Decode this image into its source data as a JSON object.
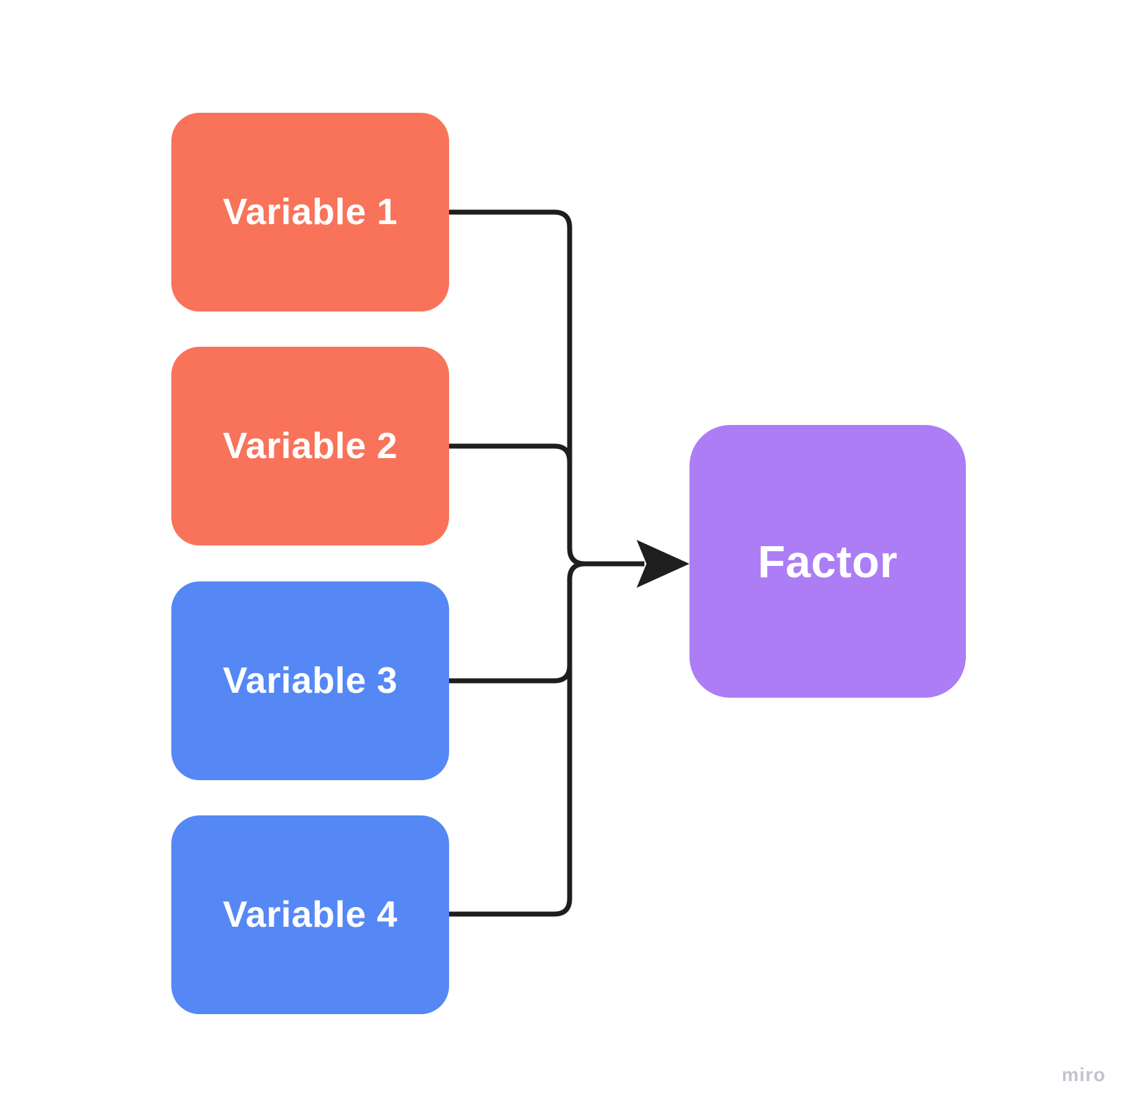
{
  "app": {
    "watermark_label": "miro",
    "watermark_color": "#C4C3CD"
  },
  "diagram": {
    "background": "#FFFFFF",
    "connector_color": "#1E1E1E",
    "text_color": "#FFFFFF",
    "nodes": [
      {
        "id": "variable-1",
        "label": "Variable 1",
        "color": "#F8735A"
      },
      {
        "id": "variable-2",
        "label": "Variable 2",
        "color": "#F8735A"
      },
      {
        "id": "variable-3",
        "label": "Variable 3",
        "color": "#5588F5"
      },
      {
        "id": "variable-4",
        "label": "Variable 4",
        "color": "#5588F5"
      },
      {
        "id": "factor",
        "label": "Factor",
        "color": "#AC7DF5"
      }
    ],
    "edges": [
      {
        "from": "variable-1",
        "to": "factor"
      },
      {
        "from": "variable-2",
        "to": "factor"
      },
      {
        "from": "variable-3",
        "to": "factor"
      },
      {
        "from": "variable-4",
        "to": "factor"
      }
    ]
  }
}
